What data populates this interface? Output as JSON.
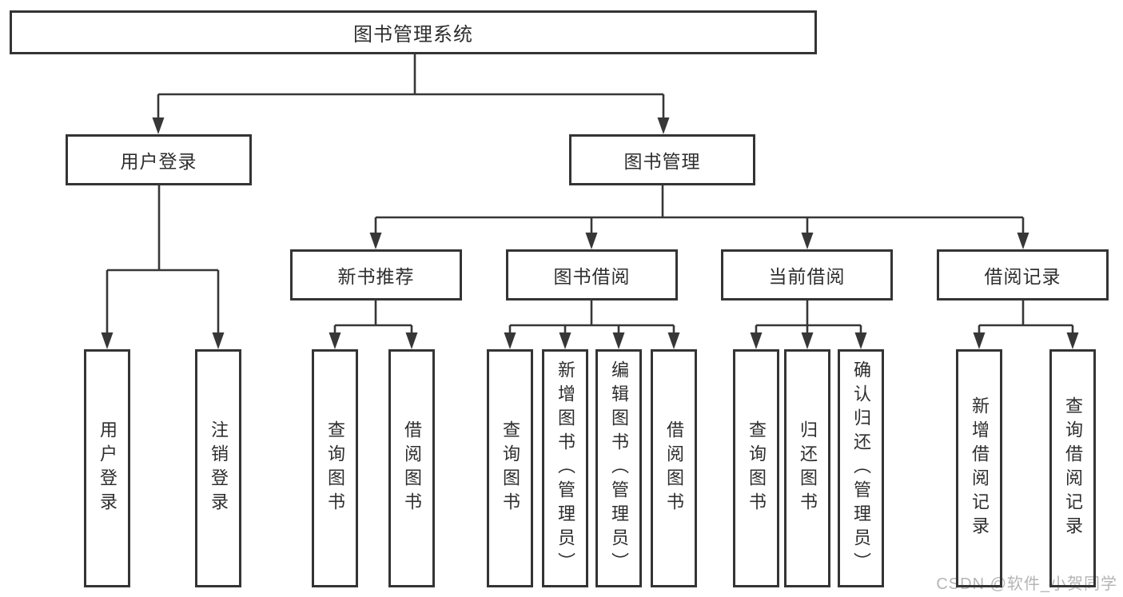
{
  "nodes": {
    "root": "图书管理系统",
    "user_login": "用户登录",
    "book_mgmt": "图书管理",
    "new_book_rec": "新书推荐",
    "book_borrow": "图书借阅",
    "current_borrow": "当前借阅",
    "borrow_record": "借阅记录",
    "leaf_user_login": "用户登录",
    "leaf_logout": "注销登录",
    "leaf_rec_query_book": "查询图书",
    "leaf_rec_borrow_book": "借阅图书",
    "leaf_bb_query_book": "查询图书",
    "leaf_bb_add_book": "新增图书（管理员）",
    "leaf_bb_edit_book": "编辑图书（管理员）",
    "leaf_bb_borrow_book": "借阅图书",
    "leaf_cb_query_book": "查询图书",
    "leaf_cb_return_book": "归还图书",
    "leaf_cb_confirm_return": "确认归还（管理员）",
    "leaf_br_add_record": "新增借阅记录",
    "leaf_br_query_record": "查询借阅记录"
  },
  "hierarchy": {
    "图书管理系统": {
      "用户登录": [
        "用户登录",
        "注销登录"
      ],
      "图书管理": {
        "新书推荐": [
          "查询图书",
          "借阅图书"
        ],
        "图书借阅": [
          "查询图书",
          "新增图书（管理员）",
          "编辑图书（管理员）",
          "借阅图书"
        ],
        "当前借阅": [
          "查询图书",
          "归还图书",
          "确认归还（管理员）"
        ],
        "借阅记录": [
          "新增借阅记录",
          "查询借阅记录"
        ]
      }
    }
  },
  "watermark": "CSDN @软件_小贺同学",
  "colors": {
    "line": "#373737",
    "border": "#343434",
    "text": "#2e2e2e",
    "watermark": "#b5b5b5",
    "background": "#ffffff"
  }
}
